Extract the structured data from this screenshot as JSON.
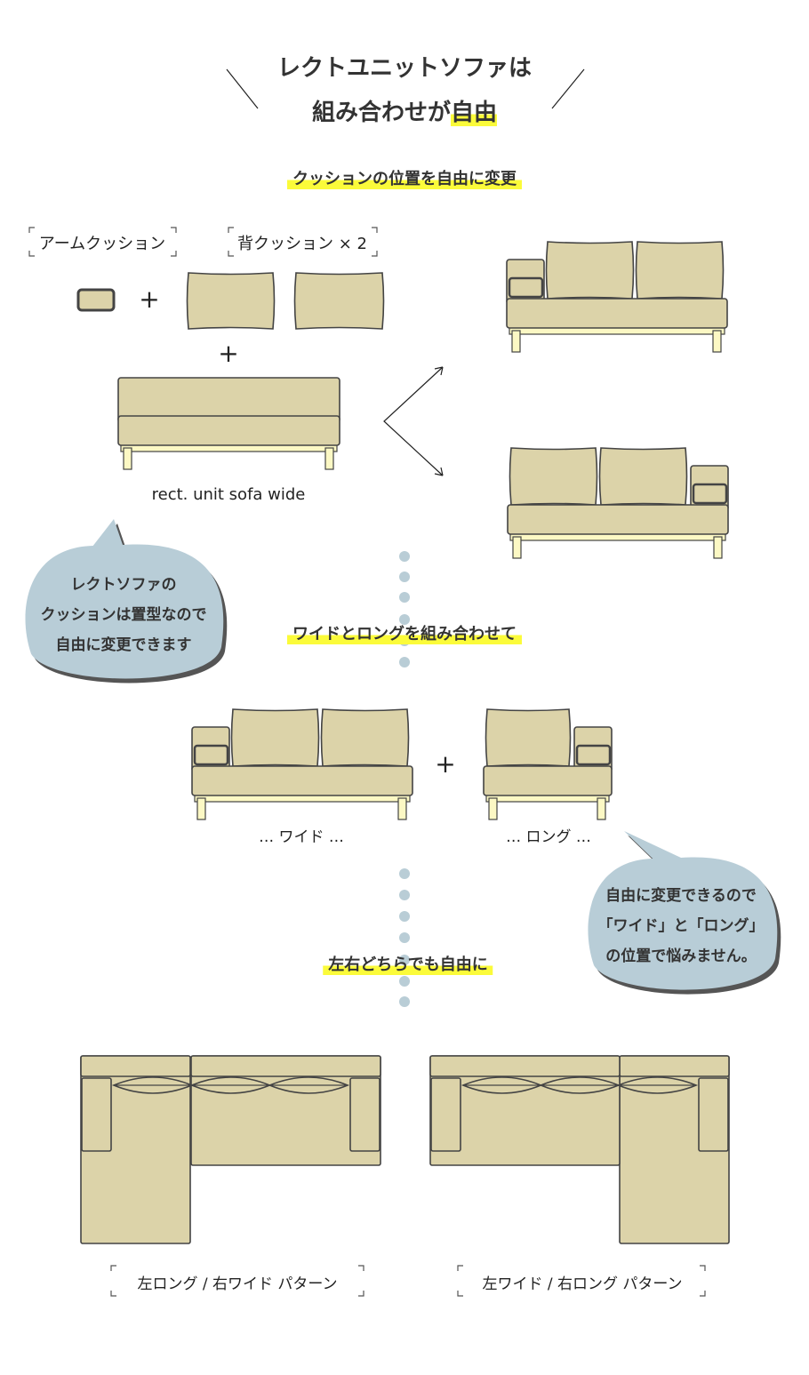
{
  "title": {
    "line1": "レクトユニットソファは",
    "line2_pre": "組み合わせが",
    "line2_highlight": "自由"
  },
  "section1": {
    "heading": "クッションの位置を自由に変更",
    "arm_cushion_label": "アームクッション",
    "back_cushion_label": "背クッション × 2",
    "plus": "+",
    "product_name": "rect. unit sofa wide",
    "bubble_lines": [
      "レクトソファの",
      "クッションは置型なので",
      "自由に変更できます"
    ]
  },
  "section2": {
    "heading": "ワイドとロングを組み合わせて",
    "plus": "+",
    "wide_label": "… ワイド …",
    "long_label": "… ロング …",
    "bubble_lines": [
      "自由に変更できるので",
      "「ワイド」と「ロング」",
      "の位置で悩みません。"
    ]
  },
  "section3": {
    "heading": "左右どちらでも自由に",
    "pattern_left": "左ロング / 右ワイド パターン",
    "pattern_right": "左ワイド / 右ロング パターン"
  },
  "colors": {
    "fabric": "#dcd3a9",
    "outline": "#444444",
    "wood": "#fcf8c4",
    "highlight": "#fbfb3a",
    "bubble": "#b8cdd7",
    "dots": "#b9cdd6"
  }
}
